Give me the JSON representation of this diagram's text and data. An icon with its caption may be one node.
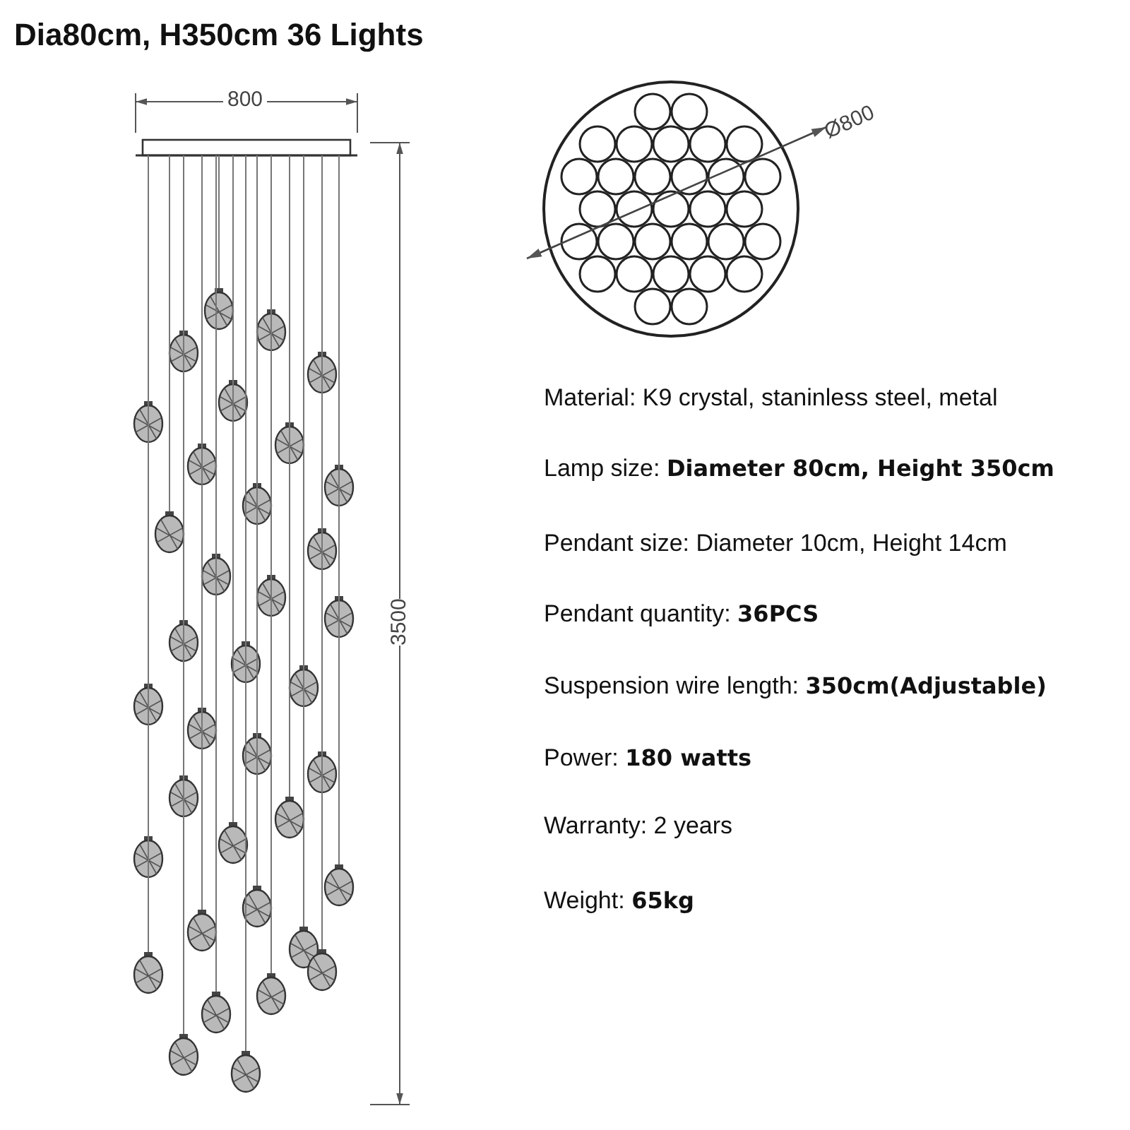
{
  "diagram": {
    "title": "Dia80cm, H350cm  36 Lights",
    "labels": [
      "800",
      "Ø800",
      "3500",
      "Material: K9 crystal, staninless steel, metal",
      "Lamp size: **Diameter 80cm, Height 350cm**",
      "Pendant size: Diameter 10cm, Height 14cm",
      "Pendant quantity: **36PCS**",
      "Suspension wire length: **350cm(Adjustable)**",
      "Power: **180 watts**",
      "Warranty: 2 years",
      "Weight: **65kg**"
    ]
  }
}
